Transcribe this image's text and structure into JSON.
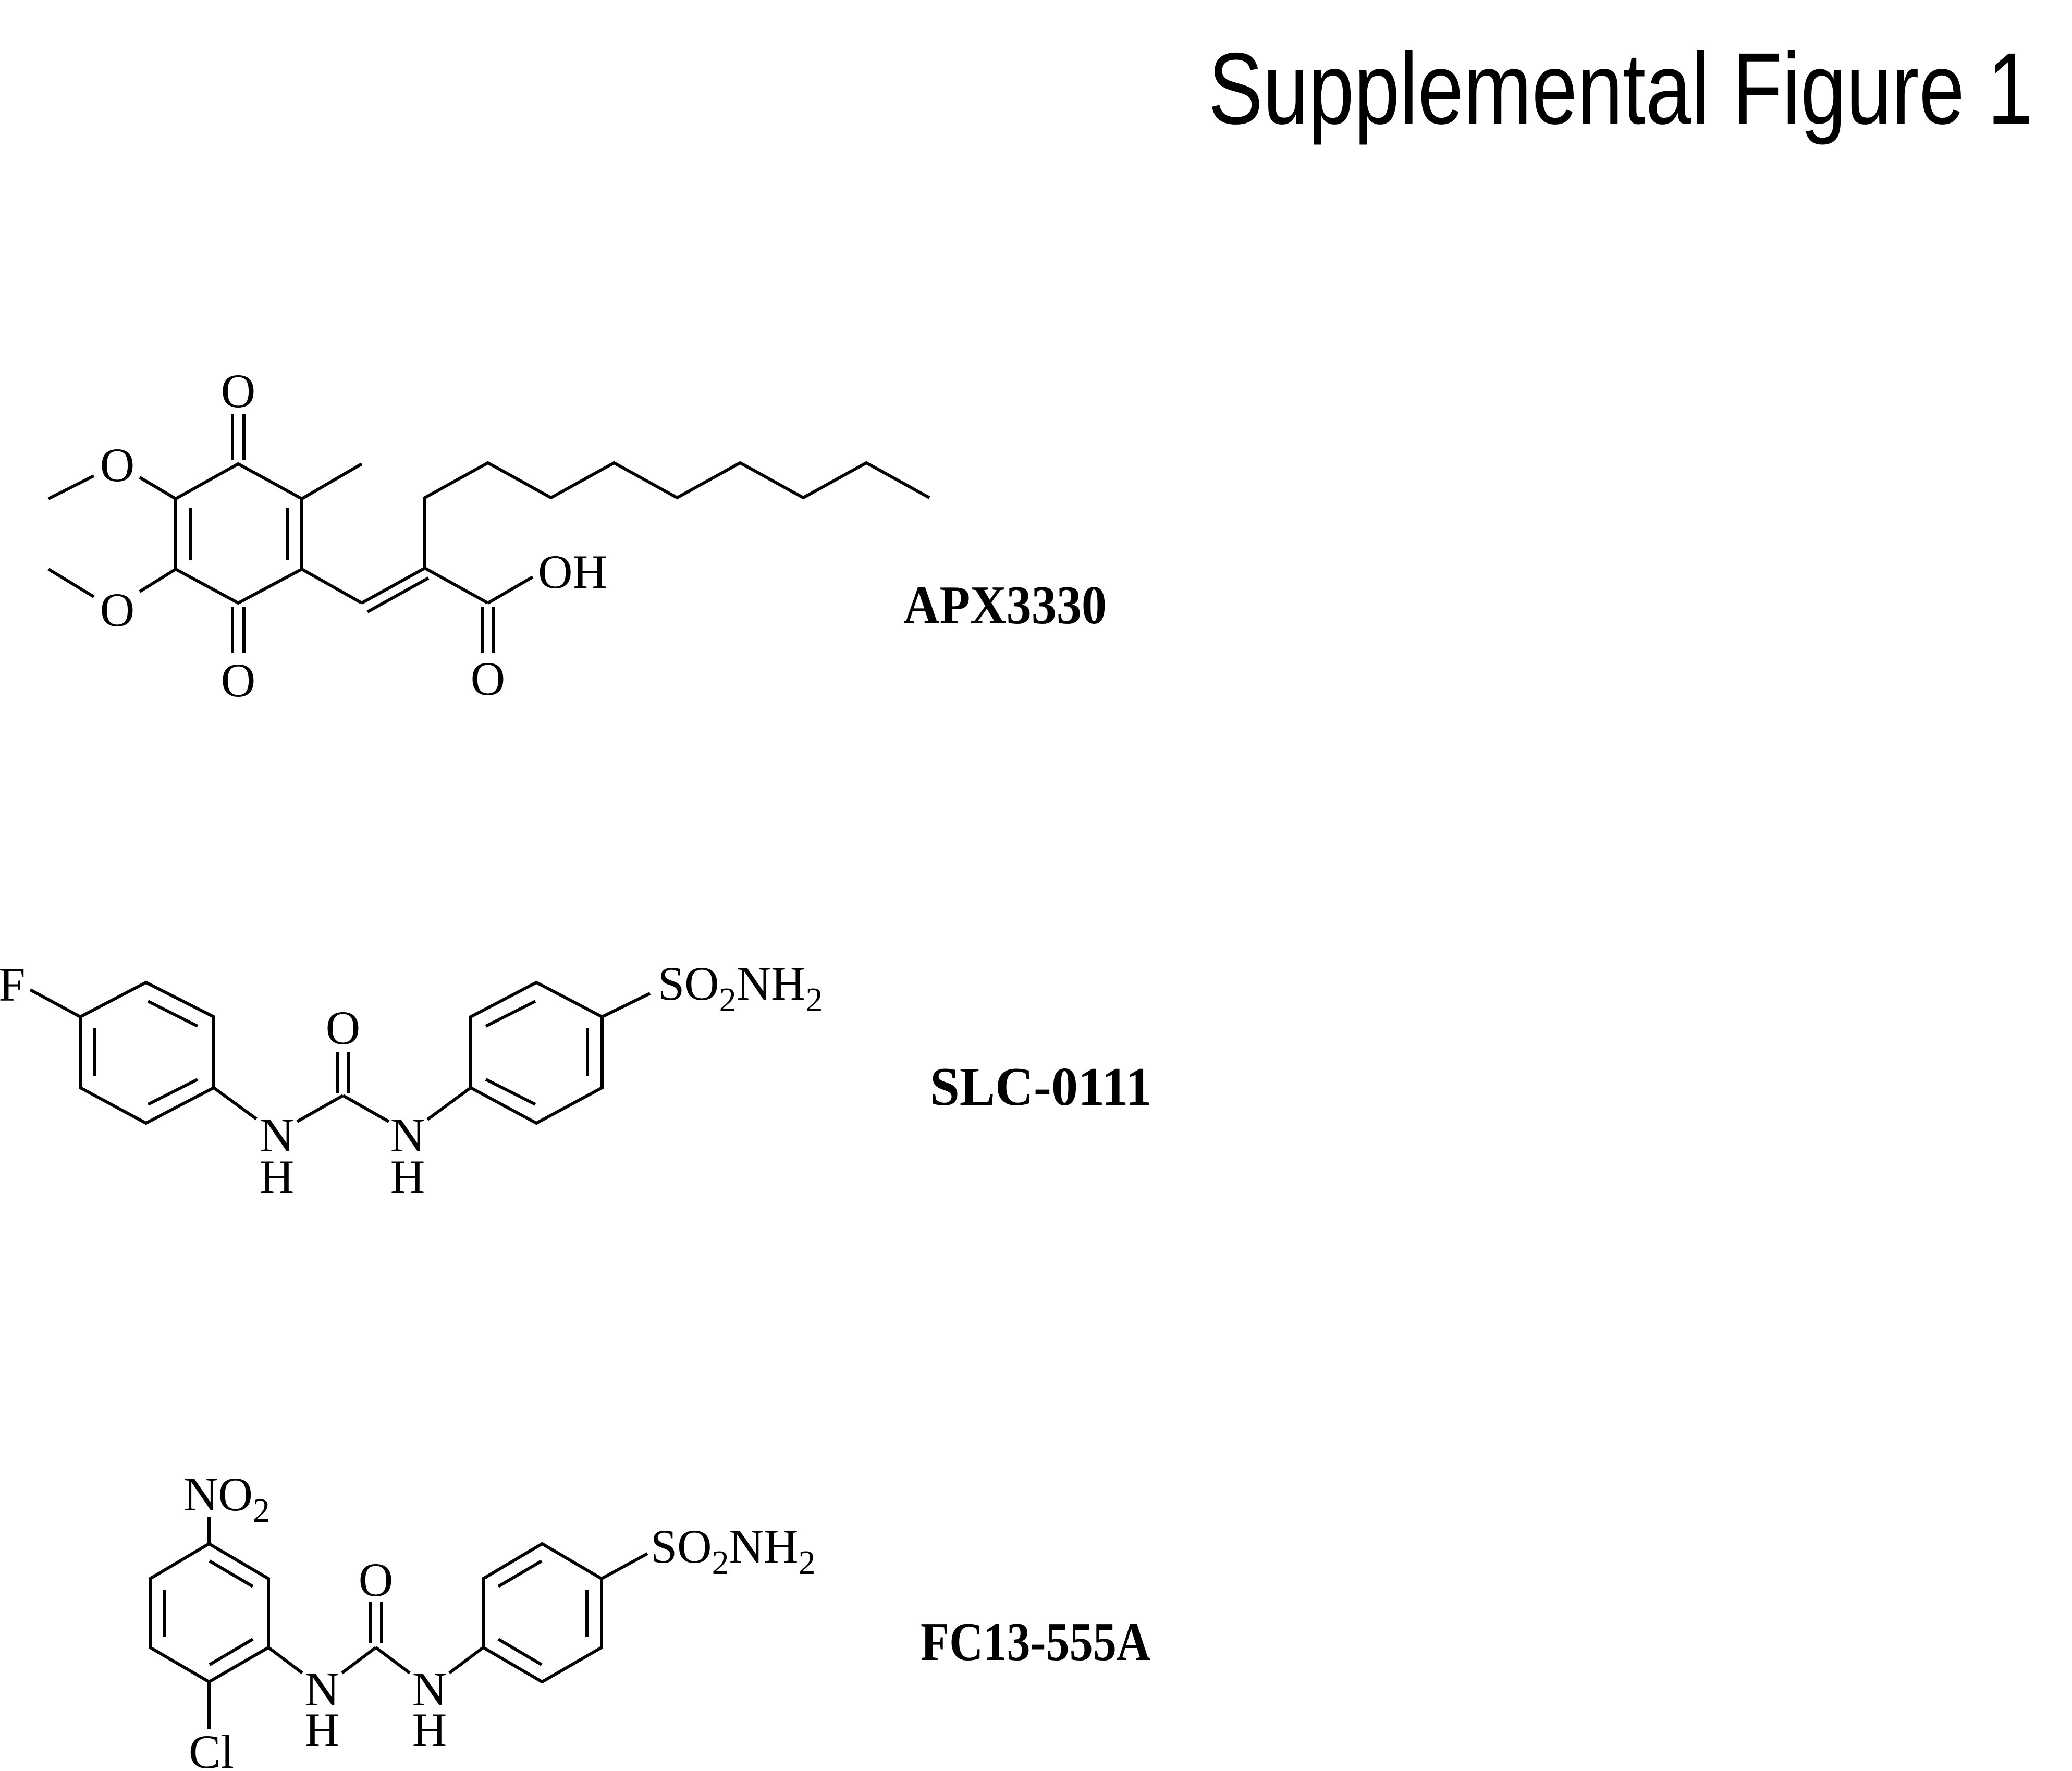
{
  "title": "Supplemental Figure 1",
  "figure": {
    "background": "#ffffff",
    "ink": "#000000"
  },
  "molecules": [
    {
      "id": "apx3330",
      "label": "APX3330",
      "atoms": {
        "ketone_top": "O",
        "methoxy_top": "O",
        "methoxy_bottom": "O",
        "ketone_bottom": "O",
        "carboxyl_o": "O",
        "hydroxyl": "OH"
      }
    },
    {
      "id": "slc0111",
      "label": "SLC-0111",
      "atoms": {
        "fluoro": "F",
        "urea_n_left": "N",
        "urea_h_left": "H",
        "urea_o": "O",
        "urea_n_right": "N",
        "urea_h_right": "H"
      },
      "sulfonamide": {
        "so": "SO",
        "sub_a": "2",
        "nh": "NH",
        "sub_b": "2"
      }
    },
    {
      "id": "fc13555a",
      "label": "FC13-555A",
      "atoms": {
        "nitro_no": "NO",
        "nitro_sub": "2",
        "chloro": "Cl",
        "urea_n_left": "N",
        "urea_h_left": "H",
        "urea_o": "O",
        "urea_n_right": "N",
        "urea_h_right": "H"
      },
      "sulfonamide": {
        "so": "SO",
        "sub_a": "2",
        "nh": "NH",
        "sub_b": "2"
      }
    }
  ]
}
